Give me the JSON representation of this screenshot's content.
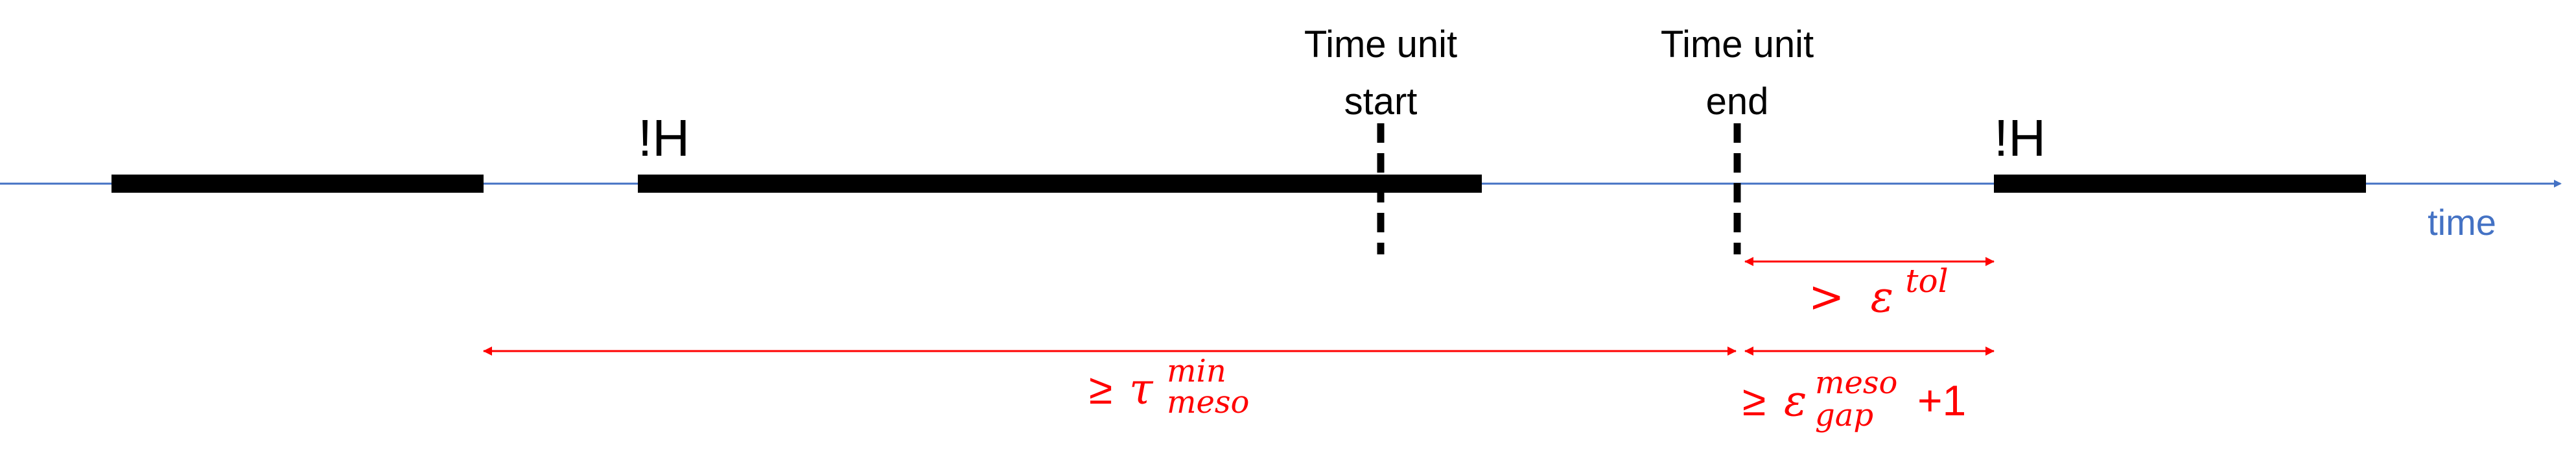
{
  "axis": {
    "label": "time",
    "color": "#4472C4"
  },
  "intervals": {
    "color": "#000000",
    "labels": [
      "!H",
      "!H"
    ]
  },
  "markers": {
    "start_label_line1": "Time unit",
    "start_label_line2": "start",
    "end_label_line1": "Time unit",
    "end_label_line2": "end"
  },
  "annotations": {
    "color": "#FF0000",
    "tol": {
      "rel": ">",
      "sym": "ε",
      "sup": "tol"
    },
    "tau": {
      "rel": "≥",
      "sym": "τ",
      "sup": "min",
      "sub": "meso"
    },
    "gap": {
      "rel": "≥",
      "sym": "ε",
      "sup": "meso",
      "sub": "gap",
      "tail": "+1"
    }
  }
}
